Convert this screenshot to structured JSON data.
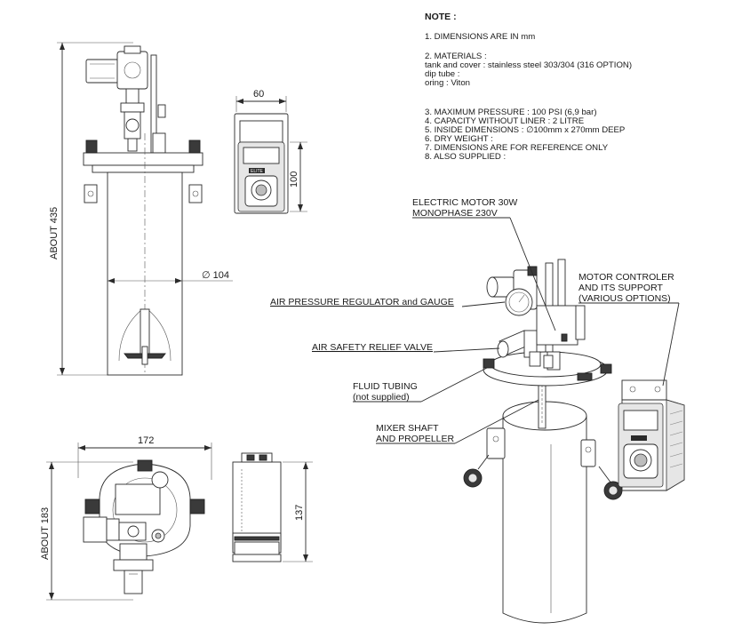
{
  "dimensions": {
    "height_side": "ABOUT 435",
    "width_controller": "60",
    "height_controller": "100",
    "diameter": "∅ 104",
    "width_top": "172",
    "height_top": "ABOUT 183",
    "height_controller_side": "137"
  },
  "notes": {
    "title": "NOTE :",
    "items": [
      "1.    DIMENSIONS ARE IN mm",
      "2.    MATERIALS :",
      "tank and cover : stainless steel 303/304 (316 OPTION)",
      "dip tube :",
      "oring : Viton",
      "3.    MAXIMUM PRESSURE : 100 PSI (6,9 bar)",
      "4.    CAPACITY WITHOUT LINER : 2 LITRE",
      "5.    INSIDE DIMENSIONS : ∅100mm x 270mm DEEP",
      "6.    DRY WEIGHT :",
      "7.    DIMENSIONS ARE FOR REFERENCE ONLY",
      "8.    ALSO SUPPLIED :"
    ]
  },
  "callouts": {
    "motor_line1": "ELECTRIC MOTOR 30W",
    "motor_line2": "MONOPHASE 230V",
    "controller_line1": "MOTOR CONTROLER",
    "controller_line2": "AND ITS SUPPORT",
    "controller_line3": "(VARIOUS OPTIONS)",
    "regulator": "AIR PRESSURE REGULATOR and GAUGE",
    "relief": "AIR SAFETY RELIEF VALVE",
    "tubing_line1": "FLUID TUBING",
    "tubing_line2": "(not supplied)",
    "mixer_line1": "MIXER SHAFT",
    "mixer_line2": "AND PROPELLER"
  },
  "controller_badge": "ELITE"
}
